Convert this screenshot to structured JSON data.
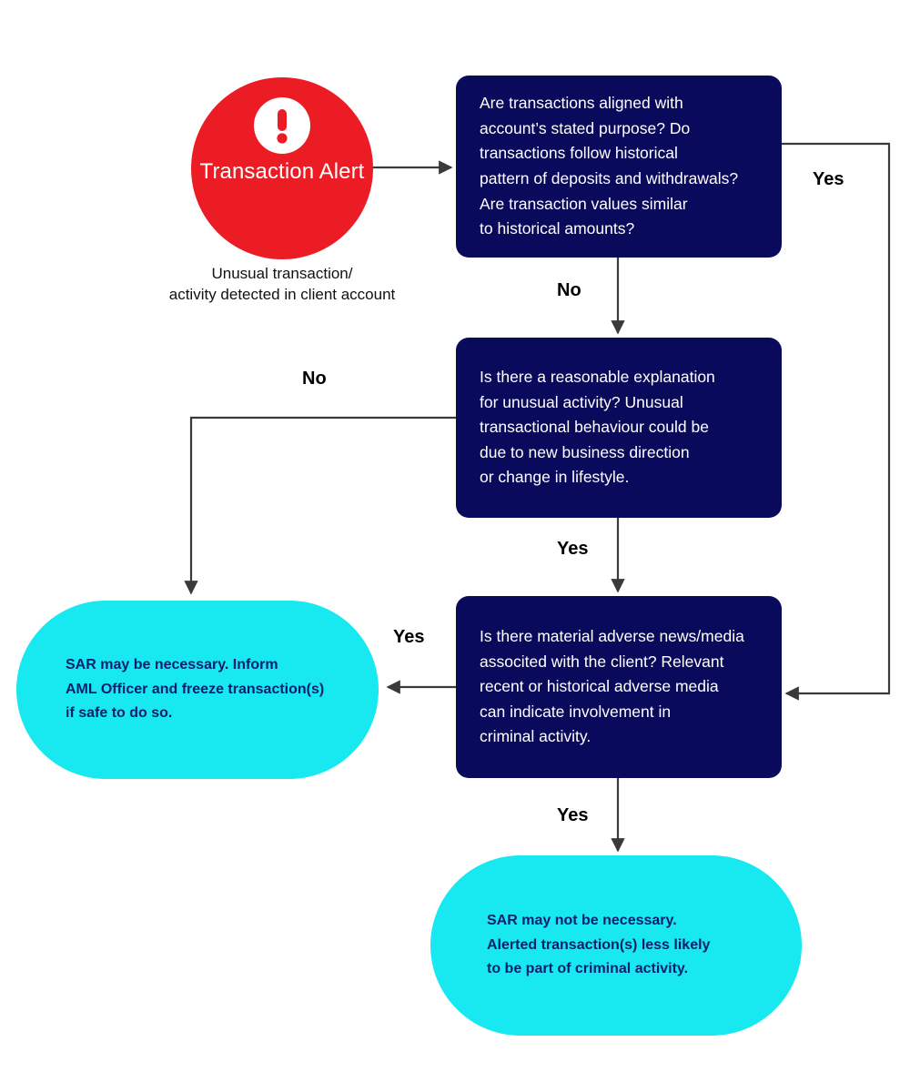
{
  "diagram": {
    "title": "Transaction alert SAR decision flowchart",
    "colors": {
      "alert_red": "#ec1c24",
      "decision_navy": "#0a0a5c",
      "outcome_cyan": "#18e8f0",
      "outcome_text_navy": "#0a1f6e",
      "connector": "#3a3a3a",
      "background": "#ffffff"
    },
    "start": {
      "icon": "exclamation-mark-icon",
      "label": "Transaction\nAlert",
      "caption": "Unusual transaction/\nactivity detected in client account"
    },
    "decisions": [
      {
        "id": "box1",
        "text": "Are transactions aligned with\naccount’s stated purpose? Do\ntransactions follow historical\npattern of deposits and withdrawals?\nAre transaction values similar\nto historical amounts?"
      },
      {
        "id": "box2",
        "text": "Is there a reasonable explanation\nfor unusual activity? Unusual\ntransactional behaviour could be\ndue to new business direction\nor change in lifestyle."
      },
      {
        "id": "box3",
        "text": "Is there material adverse news/media\nassocited with the client? Relevant\nrecent or historical adverse media\ncan indicate involvement in\ncriminal activity."
      }
    ],
    "outcomes": [
      {
        "id": "out1",
        "text": "SAR may  be necessary. Inform\nAML Officer and freeze transaction(s)\nif safe to do so."
      },
      {
        "id": "out2",
        "text": "SAR may not be necessary.\nAlerted transaction(s) less likely\nto be part of criminal activity."
      }
    ],
    "edge_labels": {
      "box1_yes": "Yes",
      "box1_no": "No",
      "box2_no": "No",
      "box2_yes": "Yes",
      "box3_yes_left": "Yes",
      "box3_yes_down": "Yes"
    }
  }
}
